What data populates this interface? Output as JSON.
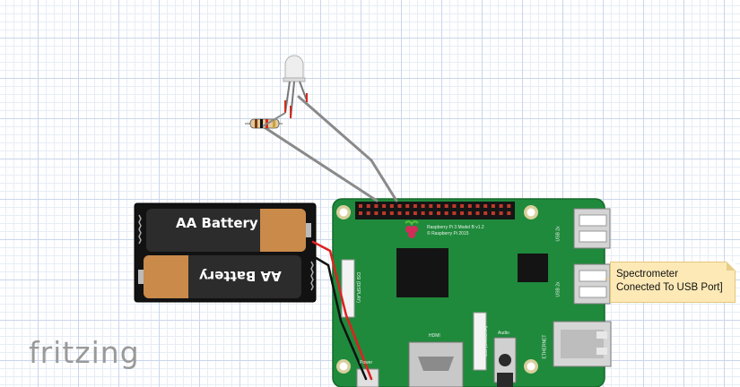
{
  "battery": {
    "top_label": "AA Battery",
    "bottom_label": "AA Battery"
  },
  "board": {
    "model_line": "Raspberry Pi 3 Model B v1.2",
    "copyright_line": "© Raspberry Pi 2015",
    "usb_top": "USB 2x",
    "usb_bottom": "USB 2x",
    "ethernet": "ETHERNET",
    "hdmi": "HDMI",
    "audio": "Audio",
    "display": "DSI (DISPLAY)",
    "camera": "CSI (CAMERA)",
    "power": "Power"
  },
  "note": {
    "line1": "Spectrometer",
    "line2": "Conected To USB Port]"
  },
  "logo": "fritzing",
  "colors": {
    "board_green": "#1f8a3c",
    "battery_gold": "#c98a4a",
    "wire_gray": "#8a8a8a",
    "wire_red": "#e02020",
    "wire_black": "#111111",
    "note_fill": "#fde9b6"
  }
}
